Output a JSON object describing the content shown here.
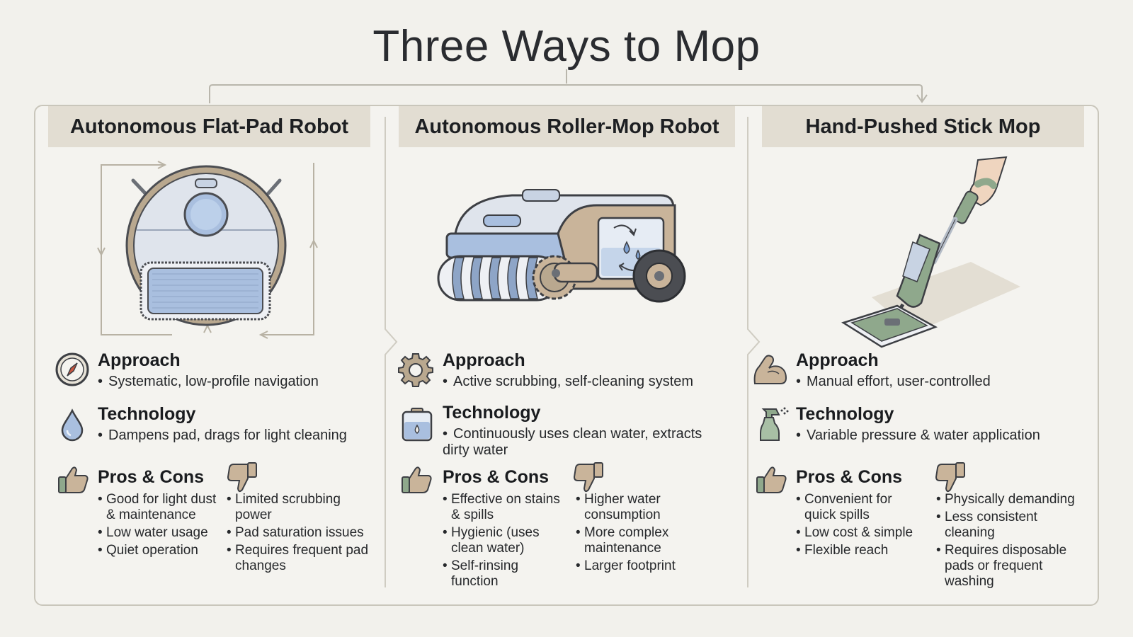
{
  "title": "Three Ways to Mop",
  "colors": {
    "background": "#f2f1ec",
    "header_fill": "#e2ddd2",
    "frame_border": "#c9c6bb",
    "robot_blue": "#a9bfdf",
    "robot_tan": "#c9b49a",
    "mop_green": "#8fa88c"
  },
  "columns": [
    {
      "header": "Autonomous Flat-Pad Robot",
      "approach": {
        "title": "Approach",
        "text": "Systematic, low-profile navigation",
        "icon": "compass-icon"
      },
      "technology": {
        "title": "Technology",
        "text": "Dampens pad, drags for light cleaning",
        "icon": "water-drop-icon"
      },
      "pros_cons": {
        "title": "Pros & Cons",
        "pros": [
          "Good for light dust & maintenance",
          "Low water usage",
          "Quiet operation"
        ],
        "cons": [
          "Limited scrubbing power",
          "Pad saturation issues",
          "Requires frequent pad changes"
        ]
      }
    },
    {
      "header": "Autonomous Roller-Mop Robot",
      "approach": {
        "title": "Approach",
        "text": "Active scrubbing, self-cleaning system",
        "icon": "gear-icon"
      },
      "technology": {
        "title": "Technology",
        "text": "Continuously uses clean water, extracts dirty water",
        "icon": "water-tank-icon"
      },
      "pros_cons": {
        "title": "Pros & Cons",
        "pros": [
          "Effective on stains & spills",
          "Hygienic (uses clean water)",
          "Self-rinsing function"
        ],
        "cons": [
          "Higher water consumption",
          "More complex maintenance",
          "Larger footprint"
        ]
      }
    },
    {
      "header": "Hand-Pushed Stick Mop",
      "approach": {
        "title": "Approach",
        "text": "Manual effort, user-controlled",
        "icon": "flexed-arm-icon"
      },
      "technology": {
        "title": "Technology",
        "text": "Variable pressure & water application",
        "icon": "spray-bottle-icon"
      },
      "pros_cons": {
        "title": "Pros & Cons",
        "pros": [
          "Convenient for quick spills",
          "Low cost & simple",
          "Flexible reach"
        ],
        "cons": [
          "Physically demanding",
          "Less consistent cleaning",
          "Requires disposable pads or frequent washing"
        ]
      }
    }
  ]
}
